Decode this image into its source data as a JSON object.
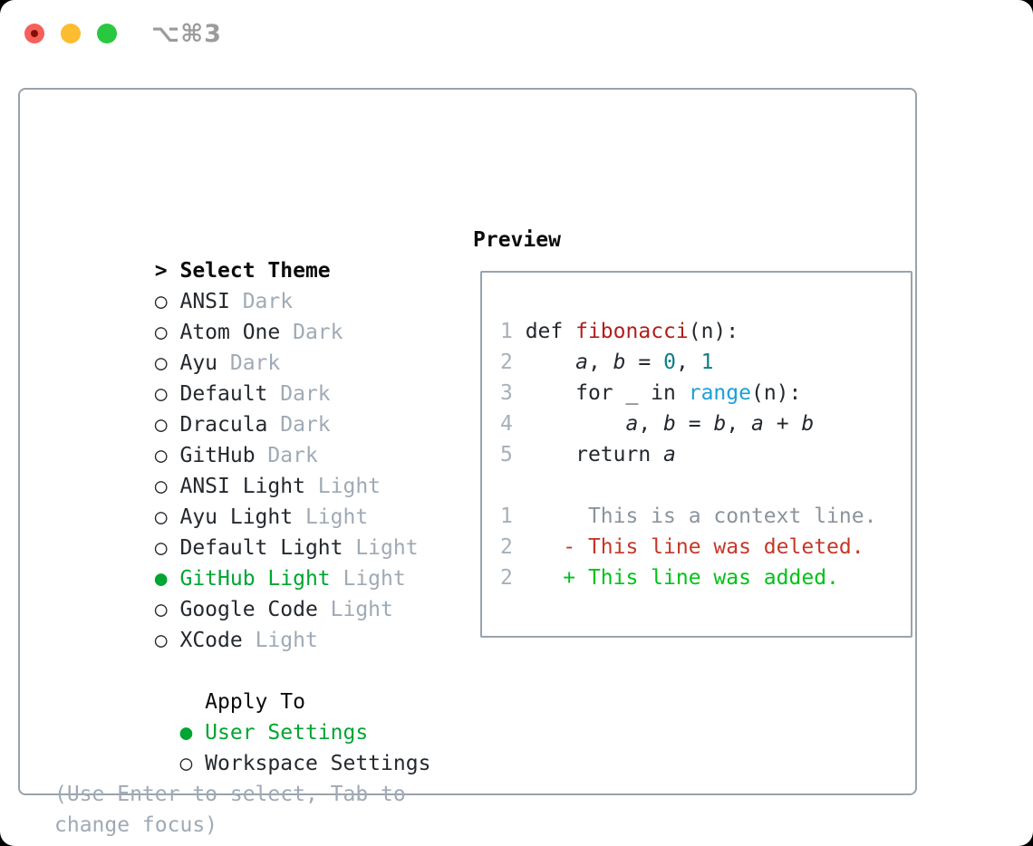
{
  "window": {
    "title": "⌥⌘3"
  },
  "theme_picker": {
    "header": {
      "marker": ">",
      "label": "Select Theme"
    },
    "themes": [
      {
        "marker": "○",
        "name": "ANSI",
        "tag": "Dark",
        "selected": false
      },
      {
        "marker": "○",
        "name": "Atom One",
        "tag": "Dark",
        "selected": false
      },
      {
        "marker": "○",
        "name": "Ayu",
        "tag": "Dark",
        "selected": false
      },
      {
        "marker": "○",
        "name": "Default",
        "tag": "Dark",
        "selected": false
      },
      {
        "marker": "○",
        "name": "Dracula",
        "tag": "Dark",
        "selected": false
      },
      {
        "marker": "○",
        "name": "GitHub",
        "tag": "Dark",
        "selected": false
      },
      {
        "marker": "○",
        "name": "ANSI Light",
        "tag": "Light",
        "selected": false
      },
      {
        "marker": "○",
        "name": "Ayu Light",
        "tag": "Light",
        "selected": false
      },
      {
        "marker": "○",
        "name": "Default Light",
        "tag": "Light",
        "selected": false
      },
      {
        "marker": "●",
        "name": "GitHub Light",
        "tag": "Light",
        "selected": true
      },
      {
        "marker": "○",
        "name": "Google Code",
        "tag": "Light",
        "selected": false
      },
      {
        "marker": "○",
        "name": "XCode",
        "tag": "Light",
        "selected": false
      }
    ],
    "apply_to": {
      "label": "Apply To",
      "options": [
        {
          "marker": "●",
          "name": "User Settings",
          "selected": true
        },
        {
          "marker": "○",
          "name": "Workspace Settings",
          "selected": false
        }
      ]
    },
    "help_lines": [
      "(Use Enter to select, Tab to",
      "change focus)"
    ]
  },
  "preview": {
    "title": "Preview",
    "code_lines": [
      {
        "num": "1",
        "segments": [
          {
            "t": " def ",
            "c": "code"
          },
          {
            "t": "fibonacci",
            "c": "function"
          },
          {
            "t": "(n):",
            "c": "code"
          }
        ]
      },
      {
        "num": "2",
        "segments": [
          {
            "t": "     ",
            "c": "code"
          },
          {
            "t": "a",
            "c": "variable"
          },
          {
            "t": ", ",
            "c": "code"
          },
          {
            "t": "b",
            "c": "variable"
          },
          {
            "t": " = ",
            "c": "code"
          },
          {
            "t": "0",
            "c": "number"
          },
          {
            "t": ", ",
            "c": "code"
          },
          {
            "t": "1",
            "c": "number"
          }
        ]
      },
      {
        "num": "3",
        "segments": [
          {
            "t": "     for _ in ",
            "c": "code"
          },
          {
            "t": "range",
            "c": "builtin"
          },
          {
            "t": "(n):",
            "c": "code"
          }
        ]
      },
      {
        "num": "4",
        "segments": [
          {
            "t": "         ",
            "c": "code"
          },
          {
            "t": "a",
            "c": "variable"
          },
          {
            "t": ", ",
            "c": "code"
          },
          {
            "t": "b",
            "c": "variable"
          },
          {
            "t": " = ",
            "c": "code"
          },
          {
            "t": "b",
            "c": "variable"
          },
          {
            "t": ", ",
            "c": "code"
          },
          {
            "t": "a",
            "c": "variable"
          },
          {
            "t": " + ",
            "c": "code"
          },
          {
            "t": "b",
            "c": "variable"
          }
        ]
      },
      {
        "num": "5",
        "segments": [
          {
            "t": "     return ",
            "c": "code"
          },
          {
            "t": "a",
            "c": "variable"
          }
        ]
      }
    ],
    "diff_lines": [
      {
        "num": "1",
        "text": "      This is a context line.",
        "kind": "context"
      },
      {
        "num": "2",
        "text": "    - This line was deleted.",
        "kind": "deleted"
      },
      {
        "num": "2",
        "text": "    + This line was added.",
        "kind": "added"
      }
    ]
  },
  "colors": {
    "text": "#24292f",
    "heading": "#0b0b0b",
    "gray": "#9faab5",
    "lnum": "#a6b0ba",
    "ctx": "#8b949c",
    "green": "#00a532",
    "green-added": "#00c217",
    "red-deleted": "#c53728",
    "func": "#b01f1c",
    "lit": "#0d7e87",
    "call": "#1ba0d8",
    "border": "#99a3ad",
    "title-gray": "#9b9b9b",
    "tl-red": "#f4605a",
    "tl-red-dot": "#870d03",
    "tl-yellow": "#fcbc2f",
    "tl-green": "#2ac840"
  }
}
